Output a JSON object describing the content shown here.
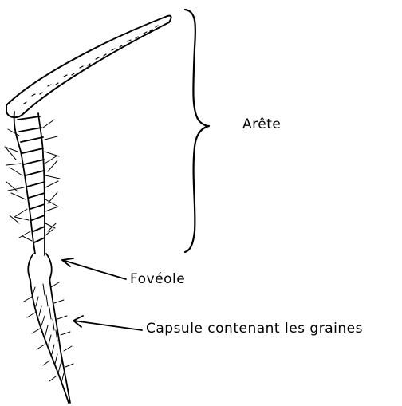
{
  "labels": {
    "arete": "Arête",
    "foveole": "Fovéole",
    "capsule": "Capsule contenant les graines"
  },
  "colors": {
    "ink": "#000000",
    "paper": "#ffffff"
  }
}
